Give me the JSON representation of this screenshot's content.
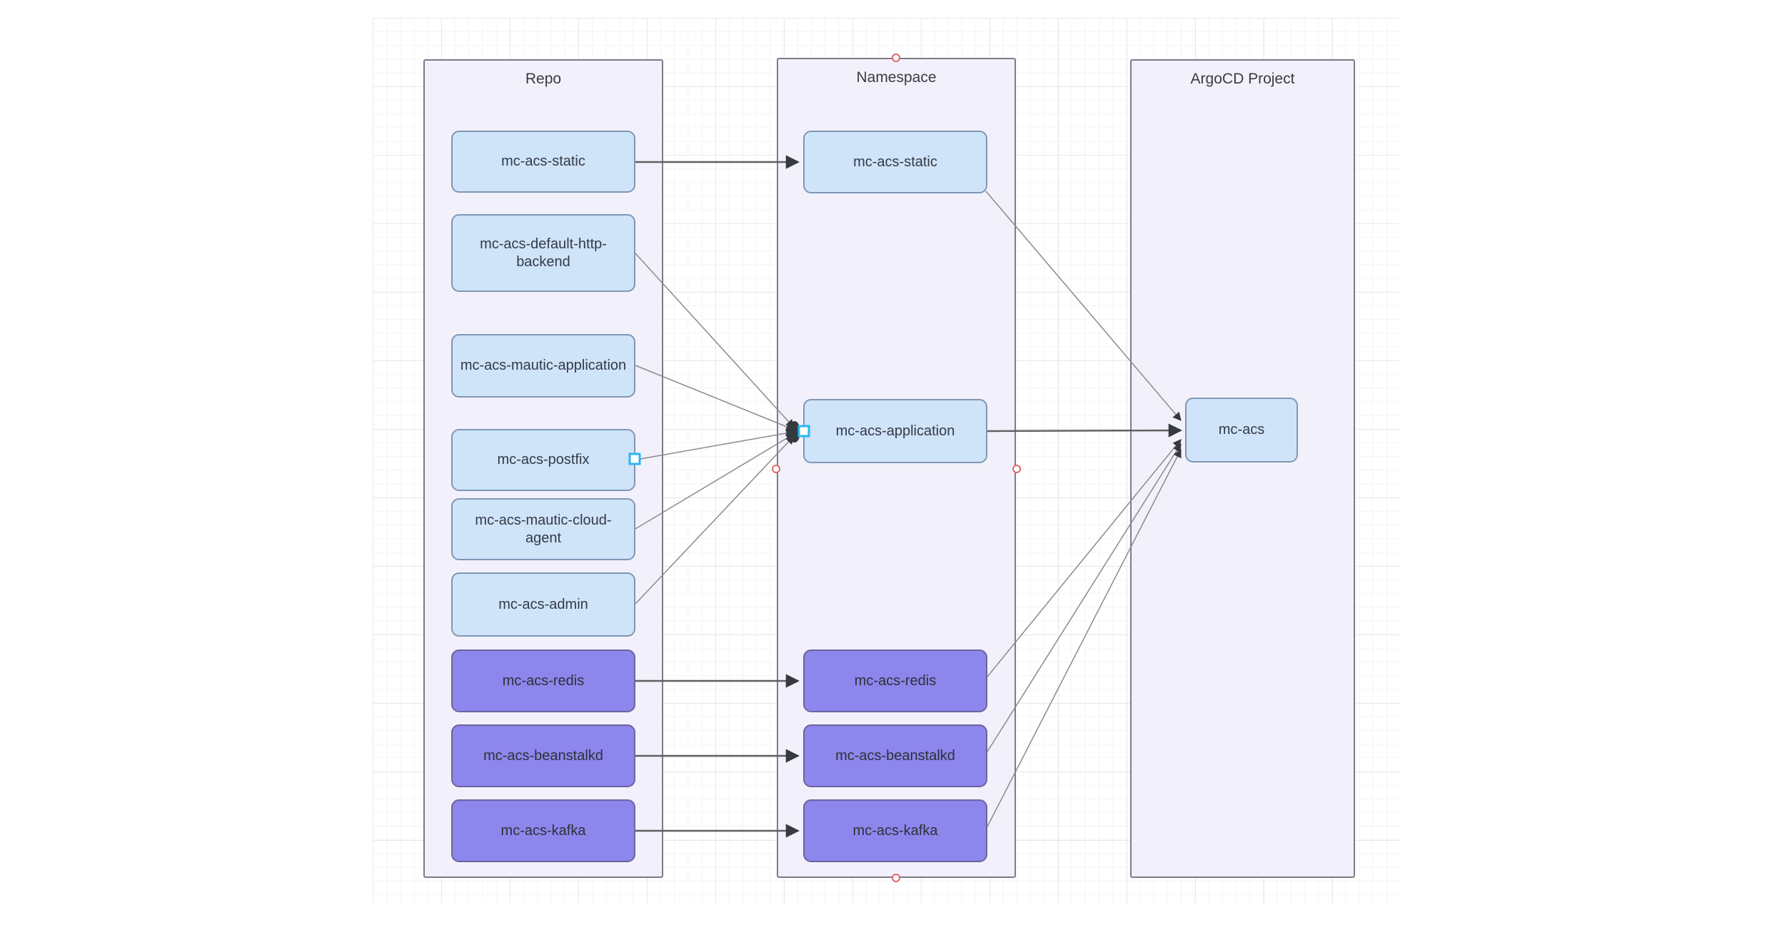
{
  "containers": {
    "repo": {
      "title": "Repo"
    },
    "namespace": {
      "title": "Namespace"
    },
    "argocd": {
      "title": "ArgoCD Project"
    }
  },
  "nodes": {
    "repo_static": {
      "label": "mc-acs-static",
      "variant": "blue"
    },
    "repo_default_http_backend": {
      "label": "mc-acs-default-http-backend",
      "variant": "blue"
    },
    "repo_mautic_application": {
      "label": "mc-acs-mautic-application",
      "variant": "blue"
    },
    "repo_postfix": {
      "label": "mc-acs-postfix",
      "variant": "blue"
    },
    "repo_mautic_cloud_agent": {
      "label": "mc-acs-mautic-cloud-agent",
      "variant": "blue"
    },
    "repo_admin": {
      "label": "mc-acs-admin",
      "variant": "blue"
    },
    "repo_redis": {
      "label": "mc-acs-redis",
      "variant": "purple"
    },
    "repo_beanstalkd": {
      "label": "mc-acs-beanstalkd",
      "variant": "purple"
    },
    "repo_kafka": {
      "label": "mc-acs-kafka",
      "variant": "purple"
    },
    "ns_static": {
      "label": "mc-acs-static",
      "variant": "blue"
    },
    "ns_application": {
      "label": "mc-acs-application",
      "variant": "blue"
    },
    "ns_redis": {
      "label": "mc-acs-redis",
      "variant": "purple"
    },
    "ns_beanstalkd": {
      "label": "mc-acs-beanstalkd",
      "variant": "purple"
    },
    "ns_kafka": {
      "label": "mc-acs-kafka",
      "variant": "purple"
    },
    "argo_mc_acs": {
      "label": "mc-acs",
      "variant": "blue"
    }
  },
  "edges": [
    {
      "from": "mc-acs-static (Repo)",
      "to": "mc-acs-static (Namespace)"
    },
    {
      "from": "mc-acs-default-http-backend (Repo)",
      "to": "mc-acs-application (Namespace)"
    },
    {
      "from": "mc-acs-mautic-application (Repo)",
      "to": "mc-acs-application (Namespace)"
    },
    {
      "from": "mc-acs-postfix (Repo)",
      "to": "mc-acs-application (Namespace)",
      "selected": true
    },
    {
      "from": "mc-acs-mautic-cloud-agent (Repo)",
      "to": "mc-acs-application (Namespace)"
    },
    {
      "from": "mc-acs-admin (Repo)",
      "to": "mc-acs-application (Namespace)"
    },
    {
      "from": "mc-acs-redis (Repo)",
      "to": "mc-acs-redis (Namespace)"
    },
    {
      "from": "mc-acs-beanstalkd (Repo)",
      "to": "mc-acs-beanstalkd (Namespace)"
    },
    {
      "from": "mc-acs-kafka (Repo)",
      "to": "mc-acs-kafka (Namespace)"
    },
    {
      "from": "mc-acs-static (Namespace)",
      "to": "mc-acs (ArgoCD Project)"
    },
    {
      "from": "mc-acs-application (Namespace)",
      "to": "mc-acs (ArgoCD Project)"
    },
    {
      "from": "mc-acs-redis (Namespace)",
      "to": "mc-acs (ArgoCD Project)"
    },
    {
      "from": "mc-acs-beanstalkd (Namespace)",
      "to": "mc-acs (ArgoCD Project)"
    },
    {
      "from": "mc-acs-kafka (Namespace)",
      "to": "mc-acs (ArgoCD Project)"
    }
  ],
  "markers": {
    "connection_anchor_positions": "top, bottom, left-middle and right-middle of Namespace container",
    "selected_edge_endpoint_positions": "right edge of mc-acs-postfix and left edge of mc-acs-application"
  },
  "colors": {
    "canvas_bg": "#ffffff",
    "grid_minor": "#f4f4f4",
    "grid_major": "#e9e9e9",
    "container_fill": "#f2f1fb",
    "container_border": "#7b7b88",
    "node_blue_fill": "#cfe3f9",
    "node_blue_border": "#8096b5",
    "node_purple_fill": "#8d86ec",
    "node_purple_border": "#6b649e",
    "edge_color": "#5f5f5f",
    "edge_thin_color": "#8a8a8a",
    "arrowhead_color": "#36393f",
    "anchor_color": "#e06666",
    "endpoint_color": "#29b6f2",
    "text_color": "#343b46"
  }
}
